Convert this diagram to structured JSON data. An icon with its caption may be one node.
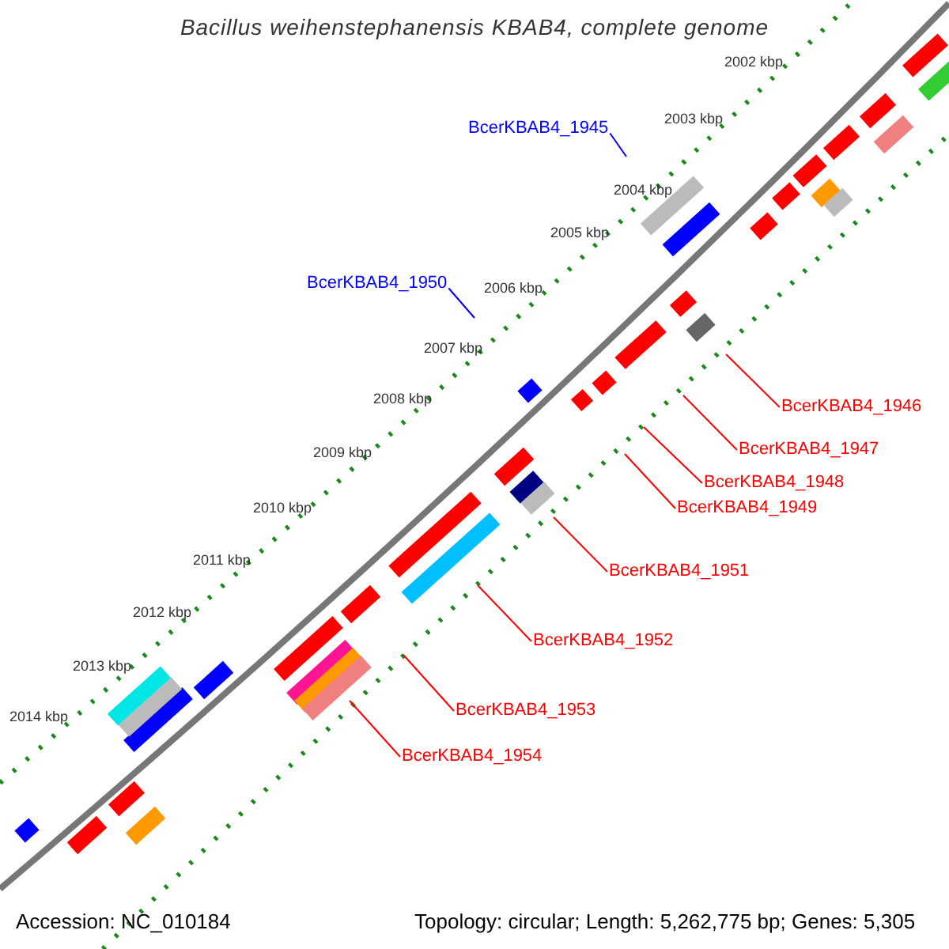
{
  "diagram": {
    "title": "Bacillus weihenstephanensis KBAB4, complete genome",
    "nodes": [
      {
        "text": [
          "BcerKBAB4_1945"
        ]
      },
      {
        "text": [
          "BcerKBAB4_1950"
        ]
      },
      {
        "text": [
          "BcerKBAB4_1946"
        ]
      },
      {
        "text": [
          "BcerKBAB4_1947"
        ]
      },
      {
        "text": [
          "BcerKBAB4_1948"
        ]
      },
      {
        "text": [
          "BcerKBAB4_1949"
        ]
      },
      {
        "text": [
          "BcerKBAB4_1951"
        ]
      },
      {
        "text": [
          "BcerKBAB4_1952"
        ]
      },
      {
        "text": [
          "BcerKBAB4_1953"
        ]
      },
      {
        "text": [
          "BcerKBAB4_1954"
        ]
      }
    ],
    "edges": [
      {
        "from": 0,
        "to": null,
        "arrow": "none",
        "color": "#0000ff"
      },
      {
        "from": 1,
        "to": null,
        "arrow": "none",
        "color": "#0000ff"
      },
      {
        "from": 2,
        "to": null,
        "arrow": "none"
      },
      {
        "from": 3,
        "to": null,
        "arrow": "none"
      },
      {
        "from": 4,
        "to": null,
        "arrow": "none"
      },
      {
        "from": 5,
        "to": null,
        "arrow": "none"
      },
      {
        "from": 6,
        "to": null,
        "arrow": "none"
      },
      {
        "from": 7,
        "to": null,
        "arrow": "none"
      },
      {
        "from": 8,
        "to": null,
        "arrow": "none"
      },
      {
        "from": 9,
        "to": null,
        "arrow": "none"
      }
    ],
    "labels": [
      "2002 kbp",
      "2003 kbp",
      "2004 kbp",
      "2005 kbp",
      "2006 kbp",
      "2007 kbp",
      "2008 kbp",
      "2009 kbp",
      "2010 kbp",
      "2011 kbp",
      "2012 kbp",
      "2013 kbp",
      "2014 kbp",
      "Accession: NC_010184",
      "Topology: circular; Length: 5,262,775 bp; Genes: 5,305"
    ]
  }
}
